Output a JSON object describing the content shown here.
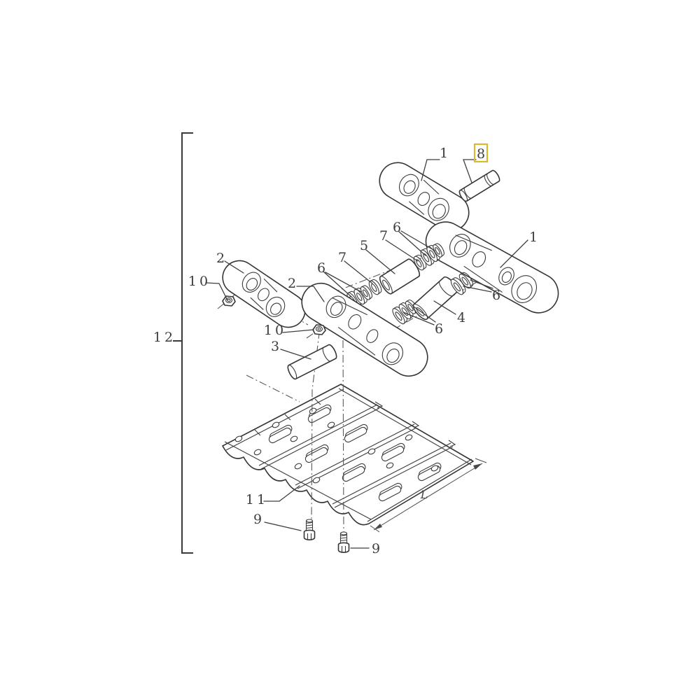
{
  "canvas": {
    "background": "#ffffff",
    "line_color": "#3a3a3a"
  },
  "diagram": {
    "kind": "exploded-parts-diagram",
    "subject": "track chain assembly",
    "highlight_color": "#d9b832",
    "highlighted_callout": "8",
    "callouts": [
      {
        "id": "1-top",
        "text": "1",
        "highlighted": false
      },
      {
        "id": "8",
        "text": "8",
        "highlighted": true
      },
      {
        "id": "1-right",
        "text": "1",
        "highlighted": false
      },
      {
        "id": "6-upper",
        "text": "6",
        "highlighted": false
      },
      {
        "id": "7-upper",
        "text": "7",
        "highlighted": false
      },
      {
        "id": "5",
        "text": "5",
        "highlighted": false
      },
      {
        "id": "7-left",
        "text": "7",
        "highlighted": false
      },
      {
        "id": "6-left",
        "text": "6",
        "highlighted": false
      },
      {
        "id": "2-left",
        "text": "2",
        "highlighted": false
      },
      {
        "id": "10-left",
        "text": "10",
        "highlighted": false
      },
      {
        "id": "2-mid",
        "text": "2",
        "highlighted": false
      },
      {
        "id": "10-mid",
        "text": "10",
        "highlighted": false
      },
      {
        "id": "3",
        "text": "3",
        "highlighted": false
      },
      {
        "id": "4",
        "text": "4",
        "highlighted": false
      },
      {
        "id": "6-lower",
        "text": "6",
        "highlighted": false
      },
      {
        "id": "6-right",
        "text": "6",
        "highlighted": false
      },
      {
        "id": "12",
        "text": "12",
        "highlighted": false
      },
      {
        "id": "11",
        "text": "11",
        "highlighted": false
      },
      {
        "id": "9-left",
        "text": "9",
        "highlighted": false
      },
      {
        "id": "9-right",
        "text": "9",
        "highlighted": false
      }
    ],
    "dimension_label": "L",
    "group_bracket_label": "12"
  }
}
